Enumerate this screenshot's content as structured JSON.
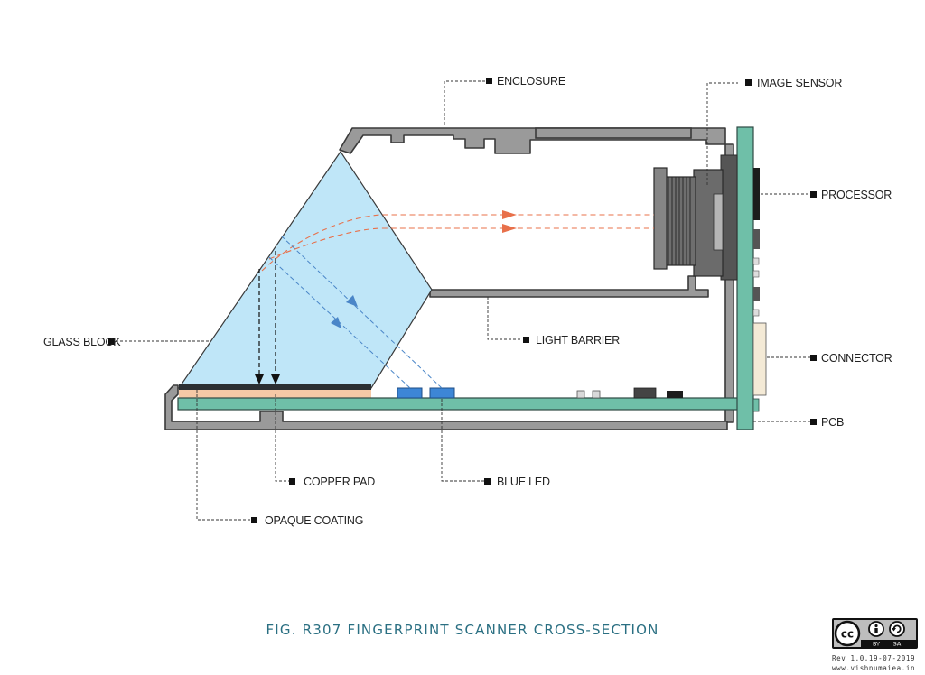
{
  "labels": {
    "enclosure": "ENCLOSURE",
    "image_sensor": "IMAGE SENSOR",
    "processor": "PROCESSOR",
    "glass_block": "GLASS BLOCK",
    "light_barrier": "LIGHT BARRIER",
    "connector": "CONNECTOR",
    "pcb": "PCB",
    "copper_pad": "COPPER PAD",
    "blue_led": "BLUE LED",
    "opaque_coating": "OPAQUE COATING"
  },
  "title": "FIG. R307 FINGERPRINT SCANNER CROSS-SECTION",
  "license": {
    "cc": "cc",
    "by": "BY",
    "sa": "SA",
    "rev": "Rev 1.0,19-07-2019",
    "site": "www.vishnumaiea.in"
  },
  "colors": {
    "glass": "#bfe6f8",
    "pcb": "#6fbfa8",
    "enclosure": "#9a9a9a",
    "led": "#3d86d6",
    "copper": "#f5c9a6",
    "reflected_ray": "#e8704a",
    "led_ray": "#4a86c8",
    "title": "#2a6f82"
  }
}
